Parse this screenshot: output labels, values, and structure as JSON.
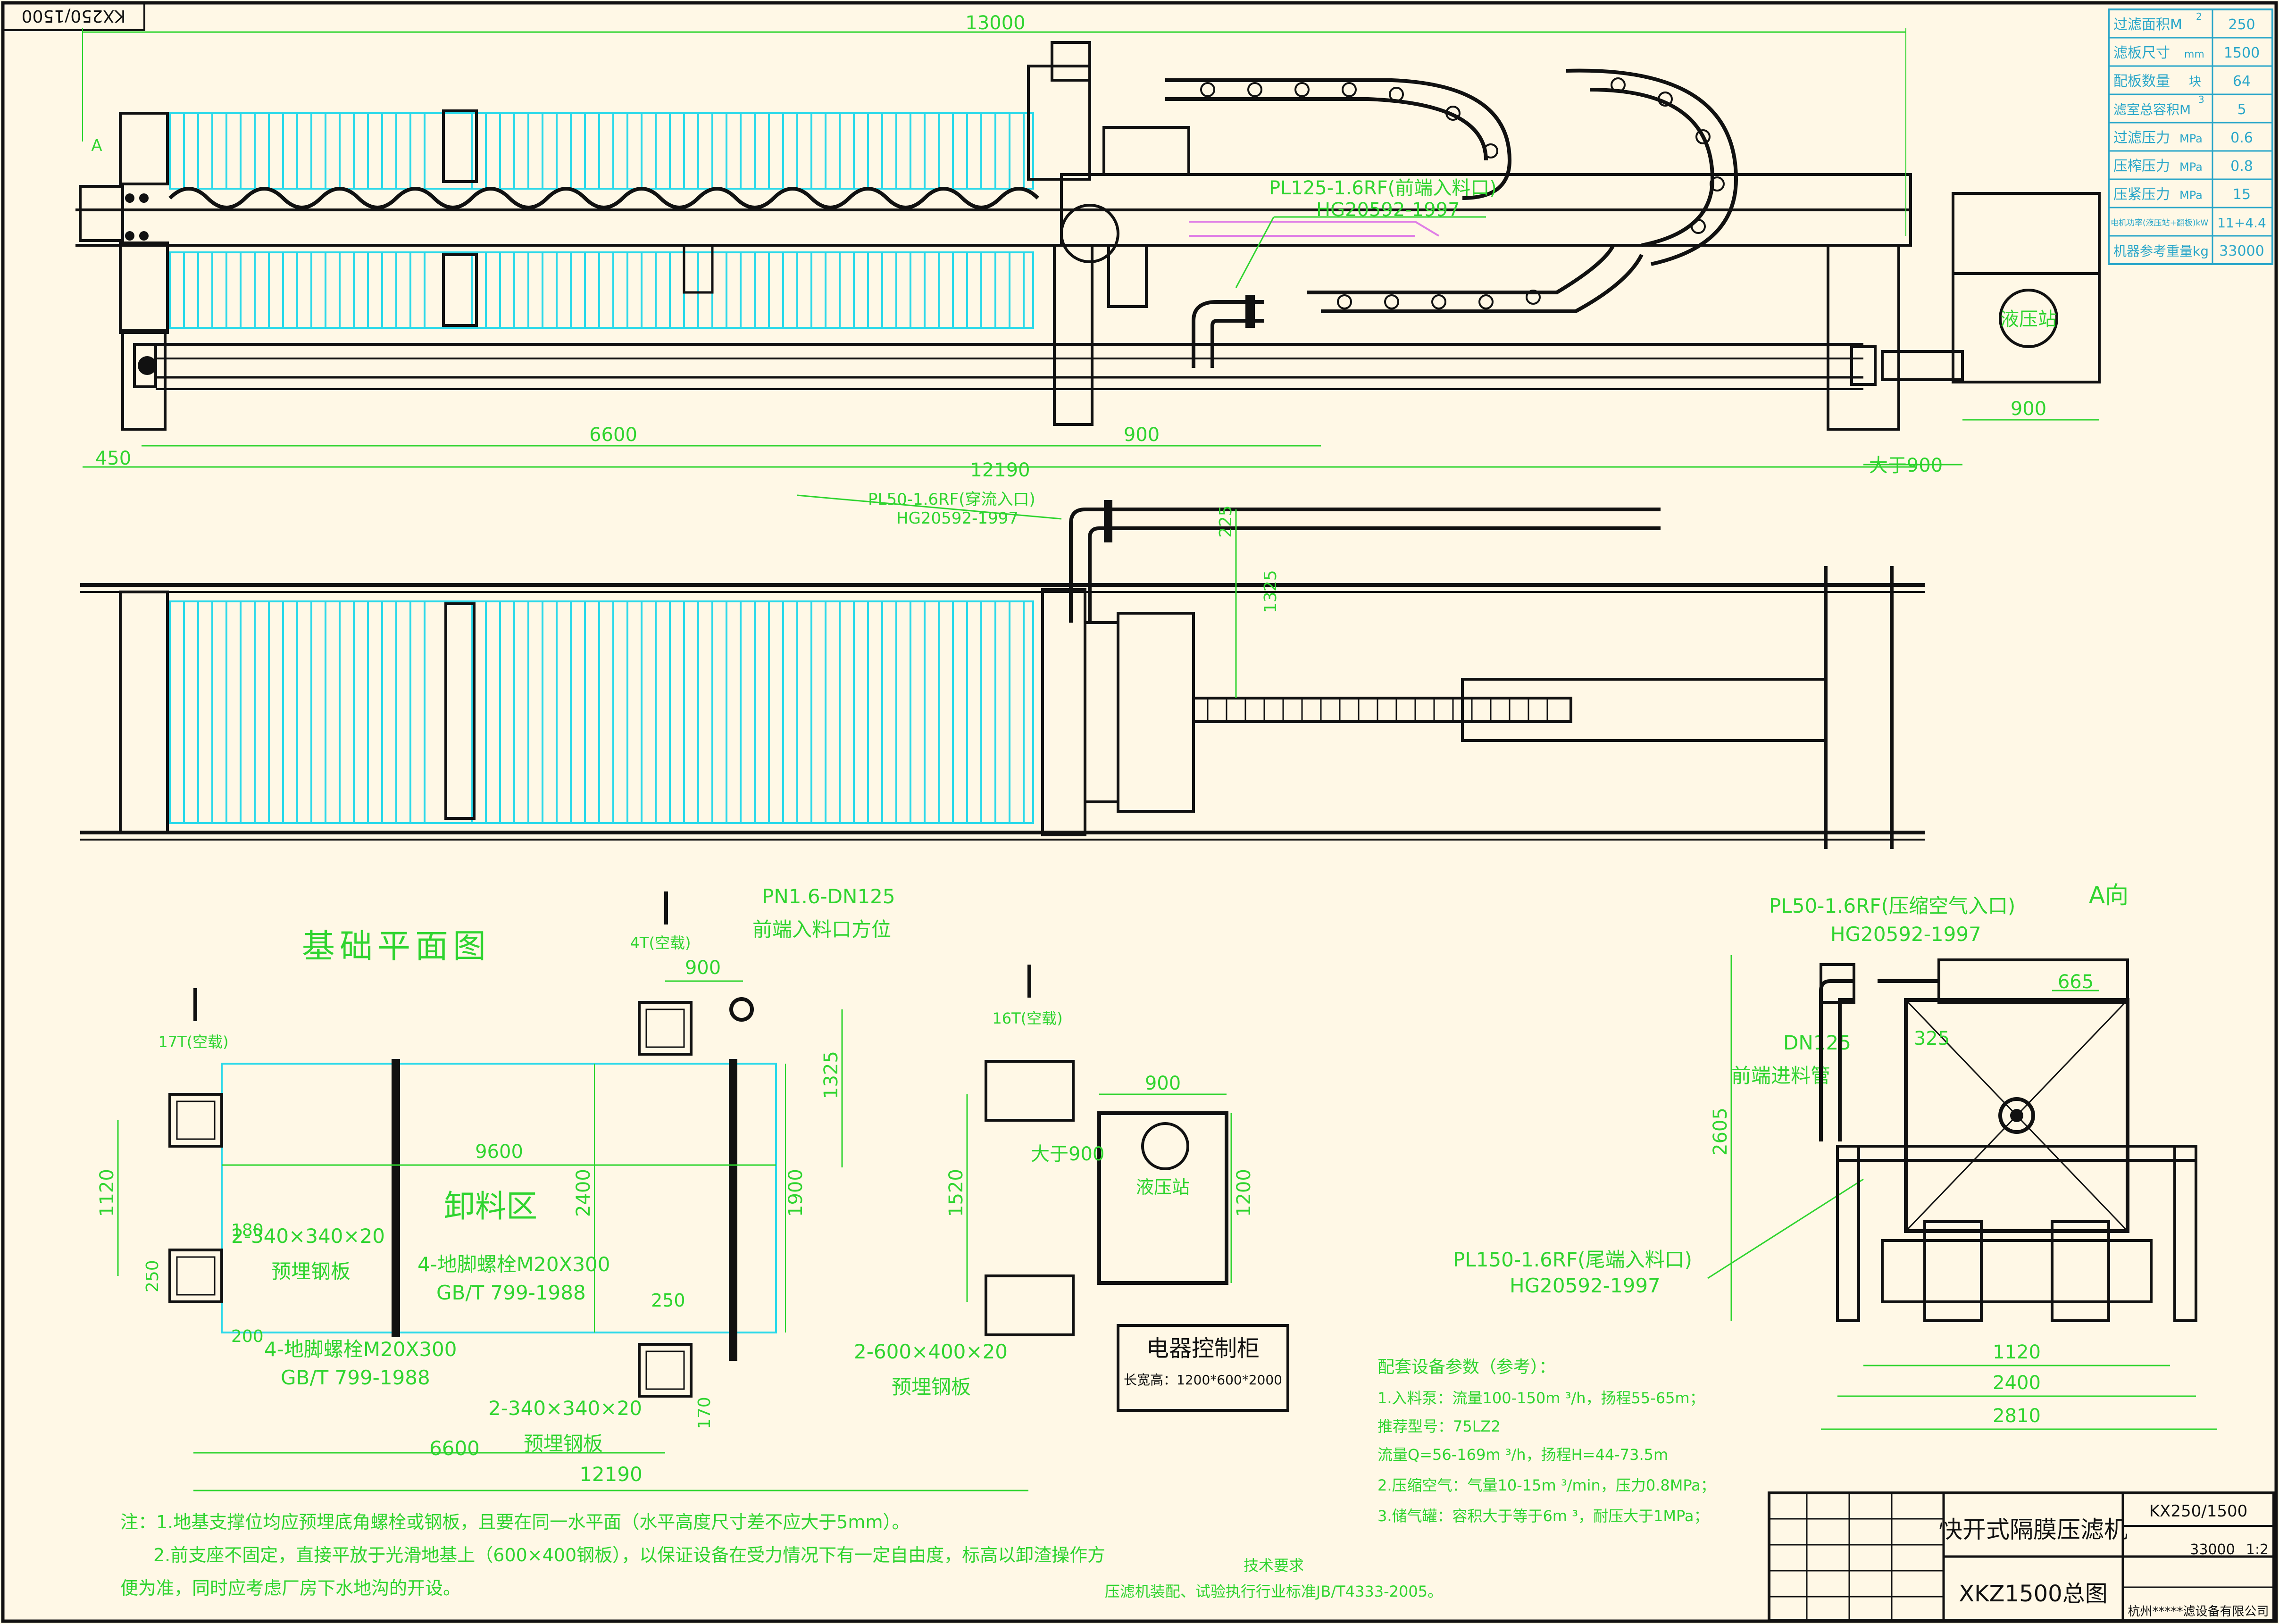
{
  "frame": {
    "stamp": "KX250/1500"
  },
  "top_view": {
    "dims": {
      "overall": "13000",
      "left": "450",
      "frame_len": "6600",
      "mid": "900",
      "total": "12190",
      "gap": "大于900",
      "station": "900"
    },
    "inlet_front": {
      "line1": "PL125-1.6RF(前端入料口)",
      "line2": "HG20592-1997"
    },
    "station_label": "液压站",
    "side_a": "A"
  },
  "plan_view": {
    "wash_inlet": {
      "line1": "PL50-1.6RF(穿流入口)",
      "line2": "HG20592-1997"
    },
    "dims": {
      "d225": "225",
      "d1325": "1325"
    }
  },
  "foundation": {
    "title": "基础平面图",
    "labels": {
      "t17": "17T(空载)",
      "t4": "4T(空载)",
      "t16": "16T(空载)",
      "pn": "PN1.6-DN125",
      "pn_pos": "前端入料口方位",
      "zone": "卸料区",
      "plate1": "2-340×340×20",
      "plate1b": "预埋钢板",
      "bolt1": "4-地脚螺栓M20X300",
      "bolt1b": "GB/T 799-1988",
      "bolt2": "4-地脚螺栓M20X300",
      "bolt2b": "GB/T 799-1988",
      "plate2": "2-340×340×20",
      "plate2b": "预埋钢板",
      "plate3": "2-600×400×20",
      "plate3b": "预埋钢板",
      "station": "液压站",
      "more900": "大于900",
      "cabinet": "电器控制柜",
      "cabinet_size": "长宽高：1200*600*2000"
    },
    "dims": {
      "d900": "900",
      "d9600": "9600",
      "d1325": "1325",
      "d2400": "2400",
      "d1900": "1900",
      "d1120": "1120",
      "d250": "250",
      "d180": "180",
      "d200": "200",
      "d6600": "6600",
      "d12190": "12190",
      "d250b": "250",
      "d170": "170",
      "d900b": "900",
      "d1520": "1520",
      "d1200": "1200"
    }
  },
  "side_view": {
    "title": "A向",
    "air_inlet": {
      "line1": "PL50-1.6RF(压缩空气入口)",
      "line2": "HG20592-1997"
    },
    "dn125": {
      "line1": "DN125",
      "line2": "前端进料管"
    },
    "tail_inlet": {
      "line1": "PL150-1.6RF(尾端入料口)",
      "line2": "HG20592-1997"
    },
    "dims": {
      "d665": "665",
      "d325": "325",
      "d2605": "2605",
      "d1120": "1120",
      "d2400": "2400",
      "d2810": "2810"
    }
  },
  "spec_table": {
    "rows": [
      {
        "label": "过滤面积M",
        "unit": "2",
        "value": "250"
      },
      {
        "label": "滤板尺寸",
        "unit": "mm",
        "value": "1500"
      },
      {
        "label": "配板数量",
        "unit": "块",
        "value": "64"
      },
      {
        "label": "滤室总容积M",
        "unit": "3",
        "value": "5"
      },
      {
        "label": "过滤压力",
        "unit": "MPa",
        "value": "0.6"
      },
      {
        "label": "压榨压力",
        "unit": "MPa",
        "value": "0.8"
      },
      {
        "label": "压紧压力",
        "unit": "MPa",
        "value": "15"
      },
      {
        "label": "电机功率(液压站+翻板)kW",
        "unit": "",
        "value": "11+4.4"
      },
      {
        "label": "机器参考重量kg",
        "unit": "",
        "value": "33000"
      }
    ]
  },
  "params": {
    "title": "配套设备参数（参考）：",
    "lines": [
      "1.入料泵：流量100-150m ³/h，扬程55-65m；",
      "推荐型号：75LZ2",
      "流量Q=56-169m ³/h，扬程H=44-73.5m",
      "2.压缩空气：气量10-15m ³/min，压力0.8MPa；",
      "3.储气罐：容积大于等于6m ³，耐压大于1MPa；"
    ]
  },
  "notes": {
    "line1": "注：1.地基支撑位均应预埋底角螺栓或钢板，且要在同一水平面（水平高度尺寸差不应大于5mm）。",
    "line2": "2.前支座不固定，直接平放于光滑地基上（600×400钢板），以保证设备在受力情况下有一定自由度，标高以卸渣操作方",
    "line3": "便为准，同时应考虑厂房下水地沟的开设。",
    "tech_title": "技术要求",
    "tech_body": "压滤机装配、试验执行行业标准JB/T4333-2005。"
  },
  "title_block": {
    "name": "快开式隔膜压滤机",
    "model": "KX250/1500",
    "drawing": "XKZ1500总图",
    "weight": "33000",
    "scale": "1:2",
    "company": "杭州*****滤设备有限公司"
  }
}
